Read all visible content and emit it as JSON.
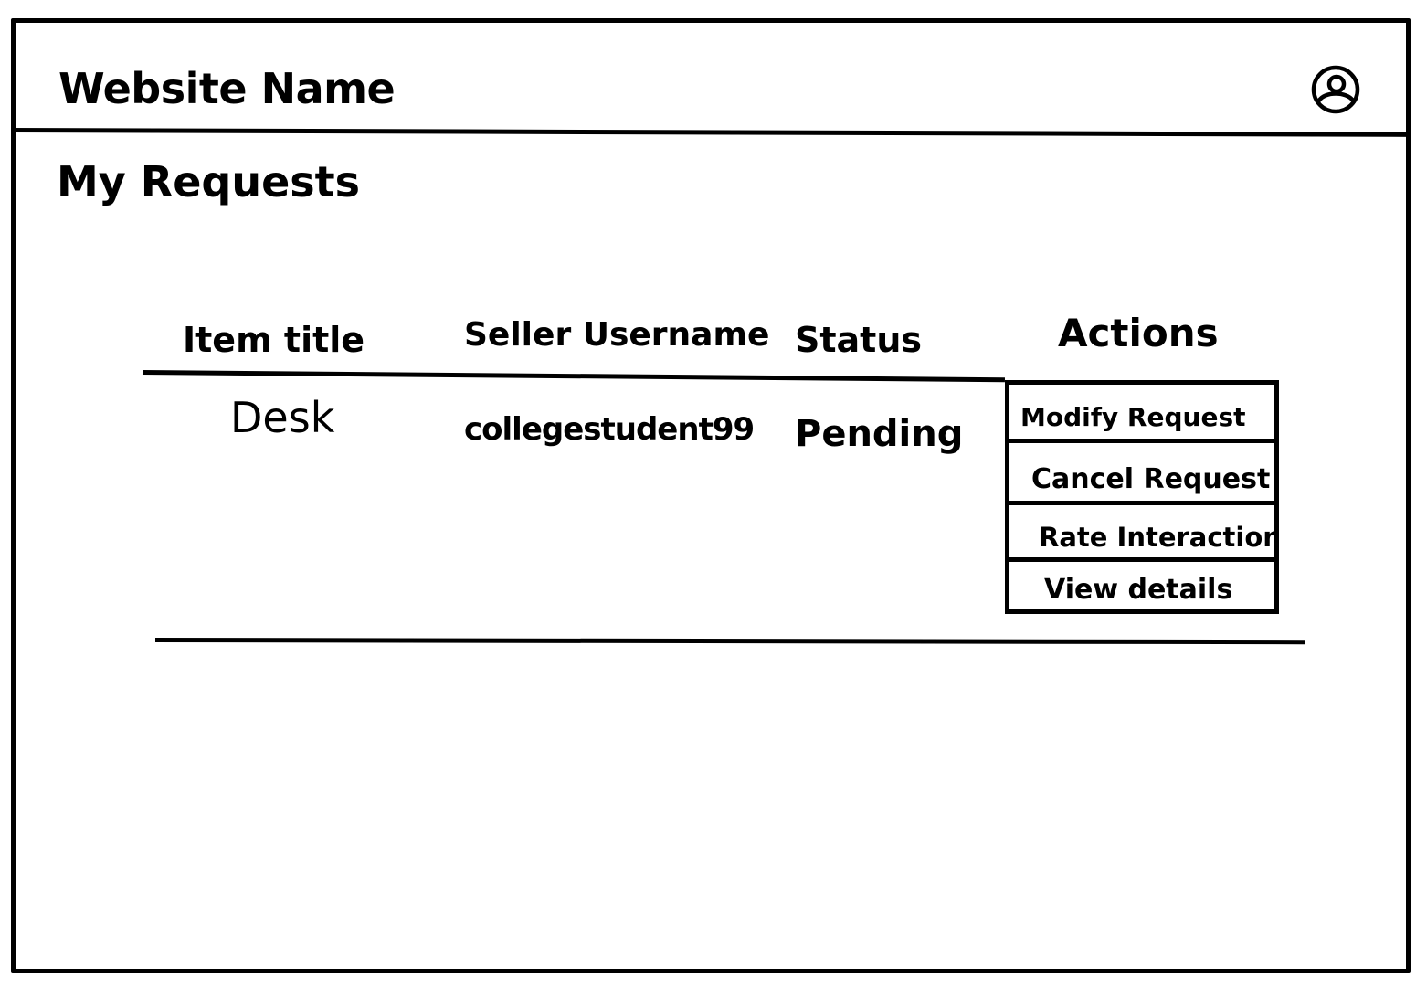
{
  "header": {
    "site_name": "Website Name",
    "profile_icon": "user-circle-icon"
  },
  "page": {
    "title": "My Requests"
  },
  "table": {
    "columns": [
      "Item title",
      "Seller Username",
      "Status",
      "Actions"
    ],
    "rows": [
      {
        "item_title": "Desk",
        "seller_username": "collegestudent99",
        "status": "Pending",
        "actions": [
          "Modify Request",
          "Cancel Request",
          "Rate Interaction",
          "View details"
        ]
      }
    ]
  }
}
